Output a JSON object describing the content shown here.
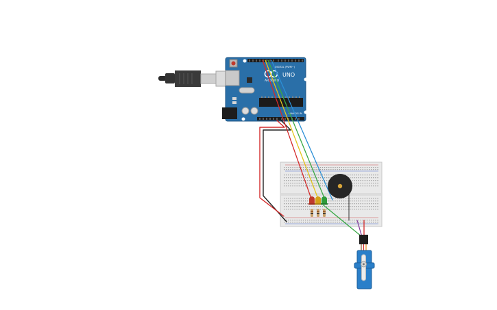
{
  "board": {
    "brand": "ARDUINO",
    "model": "UNO",
    "digital_label": "DIGITAL (PWM~)",
    "analog_label": "ANALOG IN",
    "color": "#2a6fa8"
  },
  "components": [
    "usb-cable",
    "arduino-uno",
    "breadboard",
    "piezo-buzzer",
    "led-red",
    "led-yellow",
    "led-green",
    "resistor",
    "servo-motor"
  ],
  "colors": {
    "led_red": "#c0392b",
    "led_yellow": "#d4a017",
    "led_green": "#2e9c3a",
    "wire_red": "#d42a2a",
    "wire_black": "#222222",
    "wire_yellow": "#e3c51c",
    "wire_green": "#39a845",
    "wire_blue": "#2b8fd6",
    "servo_body": "#2a7fc9",
    "breadboard": "#e9e9e9"
  }
}
